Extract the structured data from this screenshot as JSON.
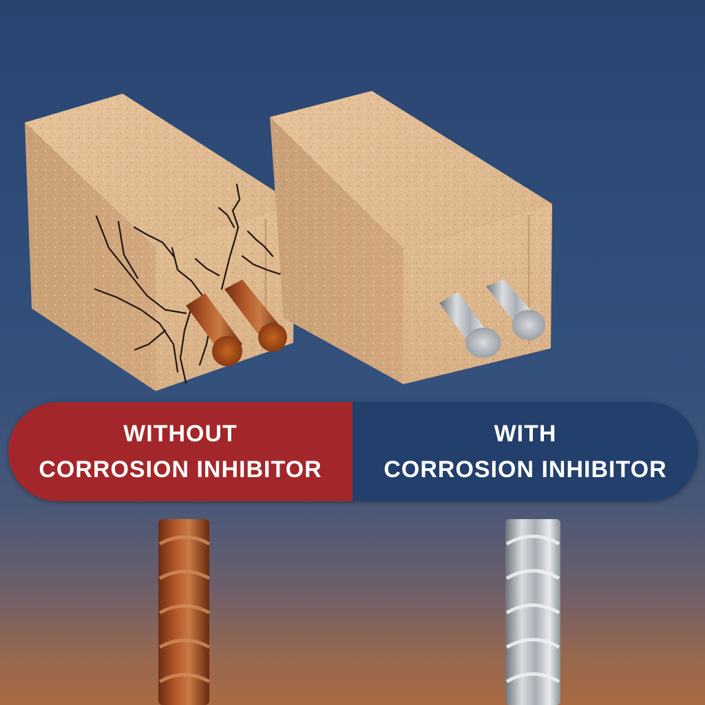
{
  "colors": {
    "background_top": "#2a4470",
    "background_bottom": "#a86a42",
    "without_panel": "#a3272a",
    "with_panel": "#233f6c",
    "concrete": "#dcb58c",
    "rust": "#8a3e1c",
    "steel": "#b8bcc2",
    "label_text": "#ffffff"
  },
  "comparison": {
    "without": {
      "line1": "WITHOUT",
      "line2": "CORROSION INHIBITOR",
      "block_state": "cracked concrete with rusted rebar",
      "rebar_state": "corroded"
    },
    "with": {
      "line1": "WITH",
      "line2": "CORROSION INHIBITOR",
      "block_state": "intact concrete with clean rebar",
      "rebar_state": "clean steel"
    }
  }
}
